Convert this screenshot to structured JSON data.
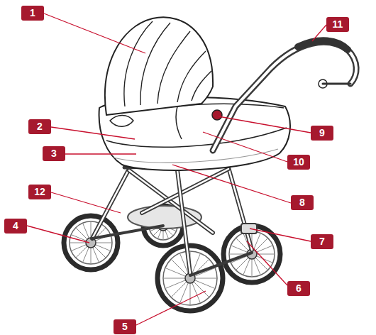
{
  "diagram": {
    "labels": [
      "1",
      "11",
      "2",
      "9",
      "3",
      "10",
      "12",
      "8",
      "4",
      "7",
      "6",
      "5"
    ]
  }
}
